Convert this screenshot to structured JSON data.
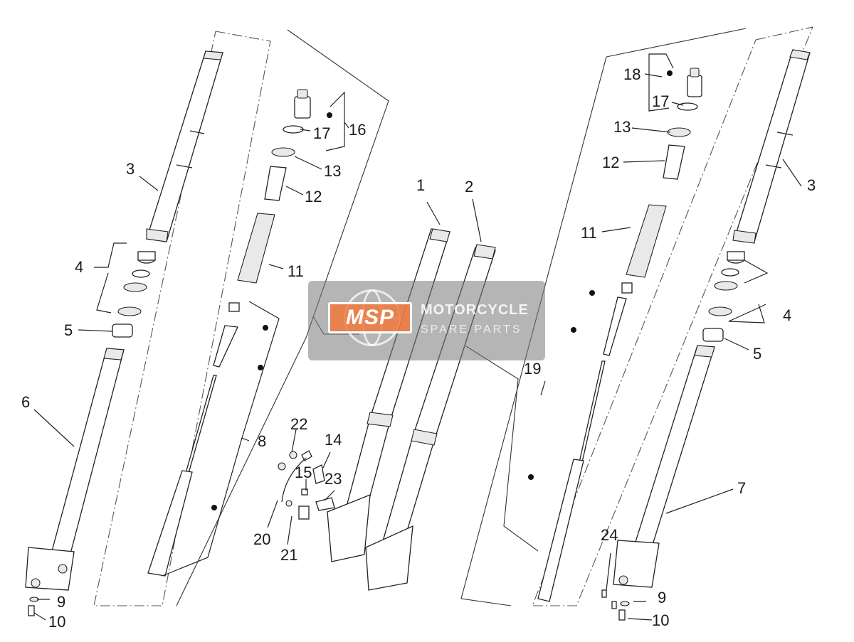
{
  "watermark": {
    "logo_text": "MSP",
    "line1": "MOTORCYCLE",
    "line2": "SPARE PARTS"
  },
  "callouts": {
    "c1": "1",
    "c2": "2",
    "c3_left": "3",
    "c3_right": "3",
    "c4_left": "4",
    "c4_right": "4",
    "c5_left": "5",
    "c5_right": "5",
    "c6": "6",
    "c7": "7",
    "c8": "8",
    "c9_left": "9",
    "c9_right": "9",
    "c10_left": "10",
    "c10_right": "10",
    "c11_left": "11",
    "c11_right": "11",
    "c12_left": "12",
    "c12_right": "12",
    "c13_left": "13",
    "c13_right": "13",
    "c14": "14",
    "c15": "15",
    "c16": "16",
    "c17_left": "17",
    "c17_right": "17",
    "c18": "18",
    "c19": "19",
    "c20": "20",
    "c21": "21",
    "c22": "22",
    "c23": "23",
    "c24": "24"
  }
}
